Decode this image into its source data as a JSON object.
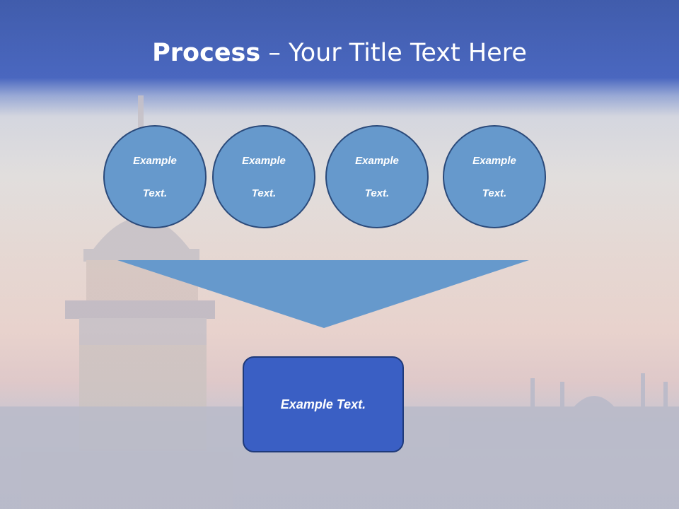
{
  "slide": {
    "title_bold": "Process",
    "title_rest": " – Your Title Text Here"
  },
  "diagram": {
    "steps": [
      {
        "line1": "Example",
        "line2": "Text."
      },
      {
        "line1": "Example",
        "line2": "Text."
      },
      {
        "line1": "Example",
        "line2": "Text."
      },
      {
        "line1": "Example",
        "line2": "Text."
      }
    ],
    "result_label": "Example Text."
  },
  "colors": {
    "header_blue": "#2f50b0",
    "step_fill": "#6699cc",
    "step_border": "#2b4a7a",
    "result_fill": "#3a5fc4",
    "result_border": "#1f3a7a"
  }
}
